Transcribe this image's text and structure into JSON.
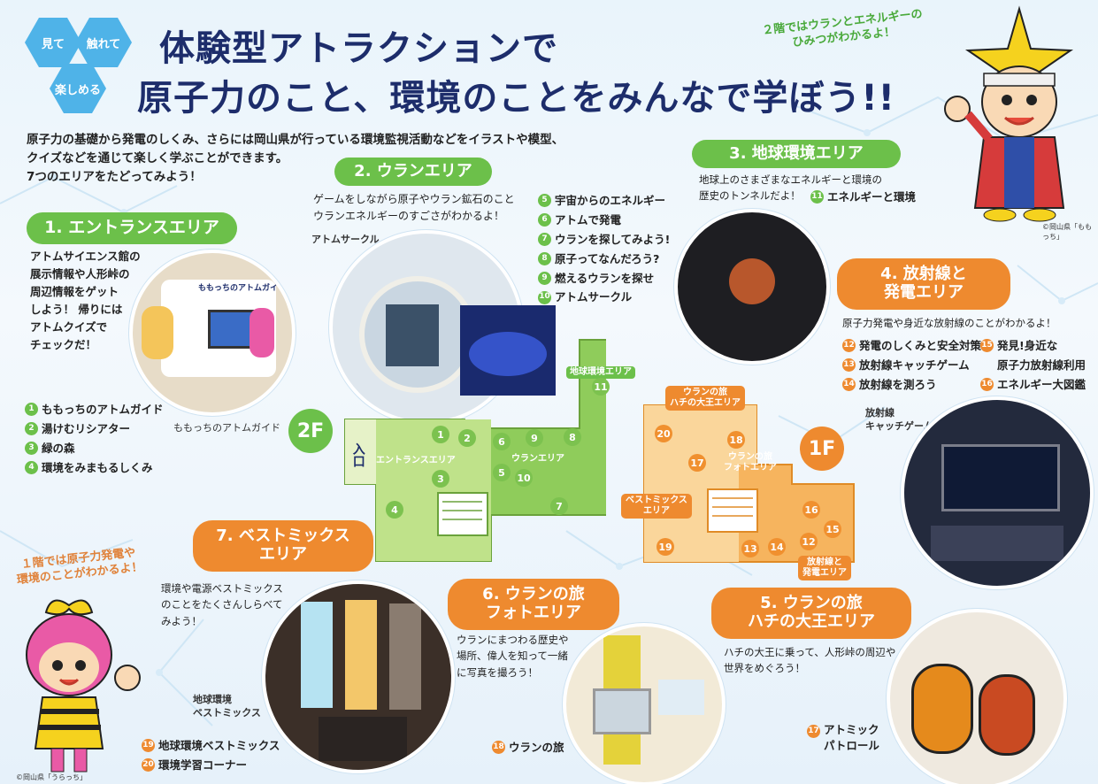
{
  "hex_labels": [
    "見て",
    "触れて",
    "楽しめる"
  ],
  "title_line1": "体験型アトラクションで",
  "title_line2": "原子力のこと、環境のことをみんなで学ぼう!!",
  "intro": "原子力の基礎から発電のしくみ、さらには岡山県が行っている環境監視活動などをイラストや模型、\nクイズなどを通じて楽しく学ぶことができます。\n7つのエリアをたどってみよう！",
  "speech_2f": "２階ではウランとエネルギーの\nひみつがわかるよ！",
  "speech_1f": "１階では原子力発電や\n環境のことがわかるよ！",
  "credit_momocchi": "©岡山県「ももっち」",
  "credit_uracchi": "©岡山県「うらっち」",
  "area1": {
    "title": "1. エントランスエリア",
    "desc": "アトムサイエンス館の\n展示情報や人形峠の\n周辺情報をゲット\nしよう！ 帰りには\nアトムクイズで\nチェックだ！",
    "caption": "ももっちのアトムガイド",
    "photo_text": "ももっちのアトムガイド",
    "items": [
      {
        "n": "1",
        "label": "ももっちのアトムガイド"
      },
      {
        "n": "2",
        "label": "湯けむリシアター"
      },
      {
        "n": "3",
        "label": "緑の森"
      },
      {
        "n": "4",
        "label": "環境をみまもるしくみ"
      }
    ]
  },
  "area2": {
    "title": "2. ウランエリア",
    "desc": "ゲームをしながら原子やウラン鉱石のこと\nウランエネルギーのすごさがわかるよ！",
    "caption": "アトムサークル",
    "items": [
      {
        "n": "5",
        "label": "宇宙からのエネルギー"
      },
      {
        "n": "6",
        "label": "アトムで発電"
      },
      {
        "n": "7",
        "label": "ウランを探してみよう!"
      },
      {
        "n": "8",
        "label": "原子ってなんだろう?"
      },
      {
        "n": "9",
        "label": "燃えるウランを探せ"
      },
      {
        "n": "10",
        "label": "アトムサークル"
      }
    ]
  },
  "area3": {
    "title": "3. 地球環境エリア",
    "desc": "地球上のさまざまなエネルギーと環境の\n歴史のトンネルだよ！",
    "items": [
      {
        "n": "11",
        "label": "エネルギーと環境"
      }
    ]
  },
  "area4": {
    "title": "4. 放射線と\n発電エリア",
    "desc": "原子力発電や身近な放射線のことがわかるよ！",
    "caption": "放射線\nキャッチゲーム",
    "items_left": [
      {
        "n": "12",
        "label": "発電のしくみと安全対策"
      },
      {
        "n": "13",
        "label": "放射線キャッチゲーム"
      },
      {
        "n": "14",
        "label": "放射線を測ろう"
      }
    ],
    "items_right": [
      {
        "n": "15",
        "label": "発見!身近な"
      },
      {
        "n": "",
        "label": "原子力放射線利用"
      },
      {
        "n": "16",
        "label": "エネルギー大図鑑"
      }
    ]
  },
  "area5": {
    "title": "5. ウランの旅\nハチの大王エリア",
    "desc": "ハチの大王に乗って、人形峠の周辺や\n世界をめぐろう！",
    "caption_n": "17",
    "caption": "アトミック\nパトロール"
  },
  "area6": {
    "title": "6. ウランの旅\nフォトエリア",
    "desc": "ウランにまつわる歴史や\n場所、偉人を知って一緒\nに写真を撮ろう！",
    "caption_n": "18",
    "caption": "ウランの旅"
  },
  "area7": {
    "title": "7. ベストミックス\nエリア",
    "desc": "環境や電源ベストミックス\nのことをたくさんしらべて\nみよう！",
    "caption": "地球環境\nベストミックス",
    "items": [
      {
        "n": "19",
        "label": "地球環境ベストミックス"
      },
      {
        "n": "20",
        "label": "環境学習コーナー"
      }
    ]
  },
  "map2f": {
    "floor": "2F",
    "entrance": "入口",
    "labels": {
      "entrance_area": "エントランスエリア",
      "uran_area": "ウランエリア",
      "global_area": "地球環境エリア"
    },
    "nums": [
      "1",
      "2",
      "3",
      "4",
      "5",
      "6",
      "7",
      "8",
      "9",
      "10",
      "11"
    ]
  },
  "map1f": {
    "floor": "1F",
    "labels": {
      "hachi": "ウランの旅\nハチの大王エリア",
      "photo": "ウランの旅\nフォトエリア",
      "bestmix": "ベストミックス\nエリア",
      "radiation": "放射線と\n発電エリア"
    },
    "nums": [
      "12",
      "13",
      "14",
      "15",
      "16",
      "17",
      "18",
      "19",
      "20"
    ]
  },
  "colors": {
    "green": "#6cc04a",
    "orange": "#ee8a2f",
    "title": "#1d2d6b",
    "hex": "#4fb3e8"
  }
}
